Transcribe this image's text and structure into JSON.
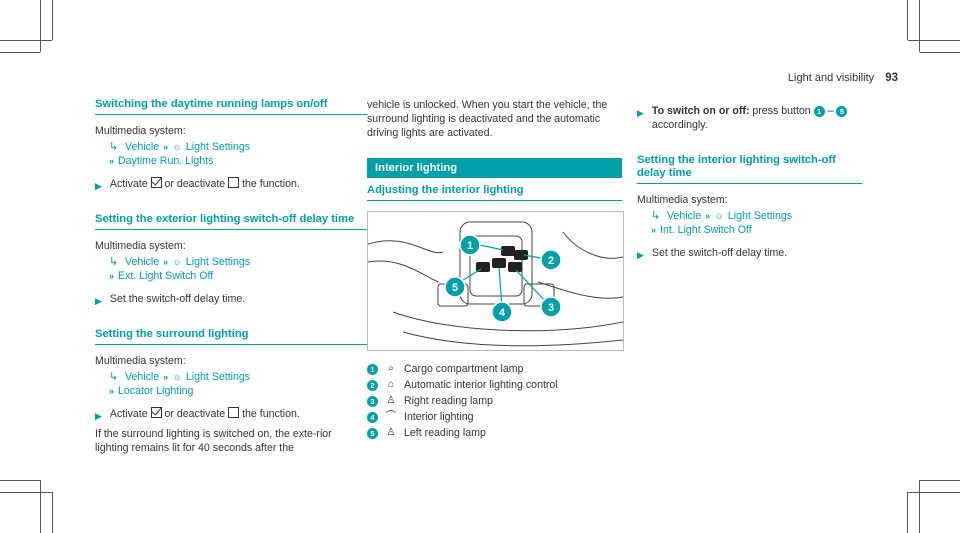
{
  "header": {
    "section": "Light and visibility",
    "page": "93"
  },
  "col1": {
    "s1_title": "Switching the daytime running lamps on/off",
    "s1_ms": "Multimedia system:",
    "s1_path1": "Vehicle",
    "s1_path2": "Light Settings",
    "s1_path3": "Daytime Run. Lights",
    "s1_act_a": "Activate",
    "s1_act_b": "or deactivate",
    "s1_act_c": "the function.",
    "s2_title": "Setting the exterior lighting switch-off delay time",
    "s2_ms": "Multimedia system:",
    "s2_path1": "Vehicle",
    "s2_path2": "Light Settings",
    "s2_path3": "Ext. Light Switch Off",
    "s2_act": "Set the switch-off delay time.",
    "s3_title": "Setting the surround lighting",
    "s3_ms": "Multimedia system:",
    "s3_path1": "Vehicle",
    "s3_path2": "Light Settings",
    "s3_path3": "Locator Lighting",
    "s3_act_a": "Activate",
    "s3_act_b": "or deactivate",
    "s3_act_c": "the function.",
    "s3_note": "If the surround lighting is switched on, the exte-rior lighting remains lit for 40 seconds after the"
  },
  "col2": {
    "intro": "vehicle is unlocked. When you start the vehicle, the surround lighting is deactivated and the automatic driving lights are activated.",
    "bar": "Interior lighting",
    "sub": "Adjusting the interior lighting",
    "legend": [
      {
        "n": "1",
        "icon": "cargo-lamp-icon",
        "glyph": "⌕",
        "text": "Cargo compartment lamp"
      },
      {
        "n": "2",
        "icon": "auto-light-icon",
        "glyph": "⌂",
        "text": "Automatic interior lighting control"
      },
      {
        "n": "3",
        "icon": "reading-lamp-icon",
        "glyph": "♙",
        "text": "Right reading lamp"
      },
      {
        "n": "4",
        "icon": "interior-light-icon",
        "glyph": "⌒",
        "text": "Interior lighting"
      },
      {
        "n": "5",
        "icon": "reading-lamp-icon",
        "glyph": "♙",
        "text": "Left reading lamp"
      }
    ]
  },
  "col3": {
    "act_bold": "To switch on or off:",
    "act_text": "press button",
    "act_from": "1",
    "act_dash": "–",
    "act_to": "5",
    "act_end": "accordingly.",
    "sub": "Setting the interior lighting switch-off delay time",
    "ms": "Multimedia system:",
    "path1": "Vehicle",
    "path2": "Light Settings",
    "path3": "Int. Light Switch Off",
    "act2": "Set the switch-off delay time."
  },
  "colors": {
    "accent": "#00a0a8"
  }
}
